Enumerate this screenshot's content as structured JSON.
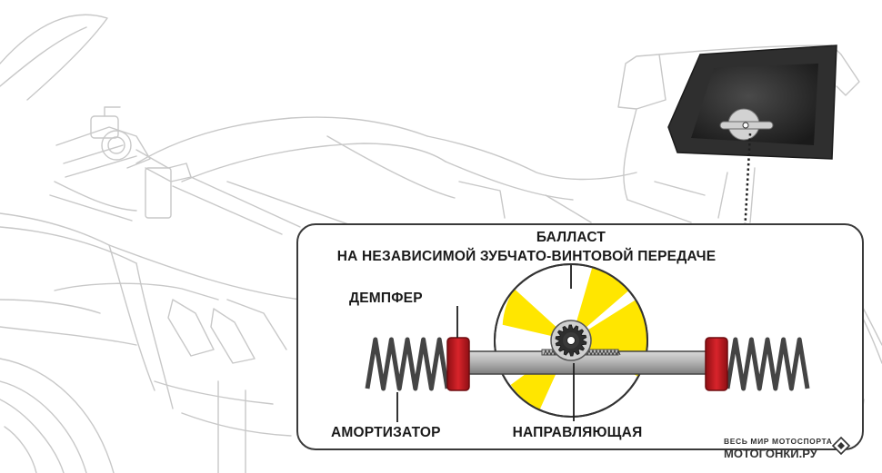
{
  "labels": {
    "ballast_line1": "БАЛЛАСТ",
    "ballast_line2": "НА НЕЗАВИСИМОЙ ЗУБЧАТО-ВИНТОВОЙ ПЕРЕДАЧЕ",
    "damper": "ДЕМПФЕР",
    "shock_absorber": "АМОРТИЗАТОР",
    "guide_rail": "НАПРАВЛЯЮЩАЯ"
  },
  "watermark": {
    "tagline": "ВЕСЬ МИР МОТОСПОРТА",
    "site": "МОТОГОНКИ.РУ"
  },
  "colors": {
    "yellow": "#ffe600",
    "damper_red": "#c2191f",
    "line_dark": "#2b2b2b",
    "sketch_gray": "#c8c8c8",
    "rail_gray": "#a9a9a9"
  }
}
